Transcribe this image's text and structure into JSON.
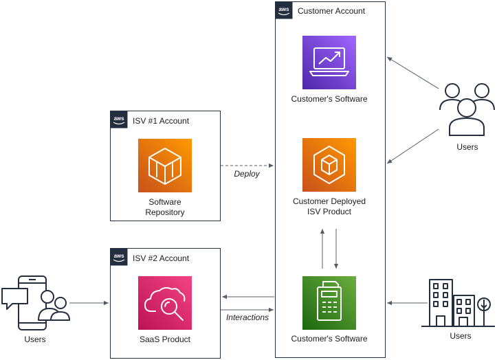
{
  "accounts": {
    "customer": {
      "title": "Customer Account"
    },
    "isv1": {
      "title": "ISV #1 Account"
    },
    "isv2": {
      "title": "ISV #2 Account"
    },
    "aws_badge": "aws"
  },
  "nodes": {
    "customer_software_top": {
      "label": "Customer's Software",
      "color": "#8C4FFF"
    },
    "customer_deployed": {
      "label_line1": "Customer Deployed",
      "label_line2": "ISV Product",
      "color": "#ED7100"
    },
    "customer_software_bottom": {
      "label": "Customer's Software",
      "color": "#3F8624"
    },
    "software_repository": {
      "label_line1": "Software",
      "label_line2": "Repository",
      "color": "#ED7100"
    },
    "saas_product": {
      "label": "SaaS Product",
      "color": "#E7157B"
    }
  },
  "actors": {
    "users_right": {
      "label": "Users"
    },
    "users_left": {
      "label": "Users"
    },
    "users_building": {
      "label": "Users"
    }
  },
  "edges": {
    "deploy": "Deploy",
    "interactions": "Interactions"
  }
}
